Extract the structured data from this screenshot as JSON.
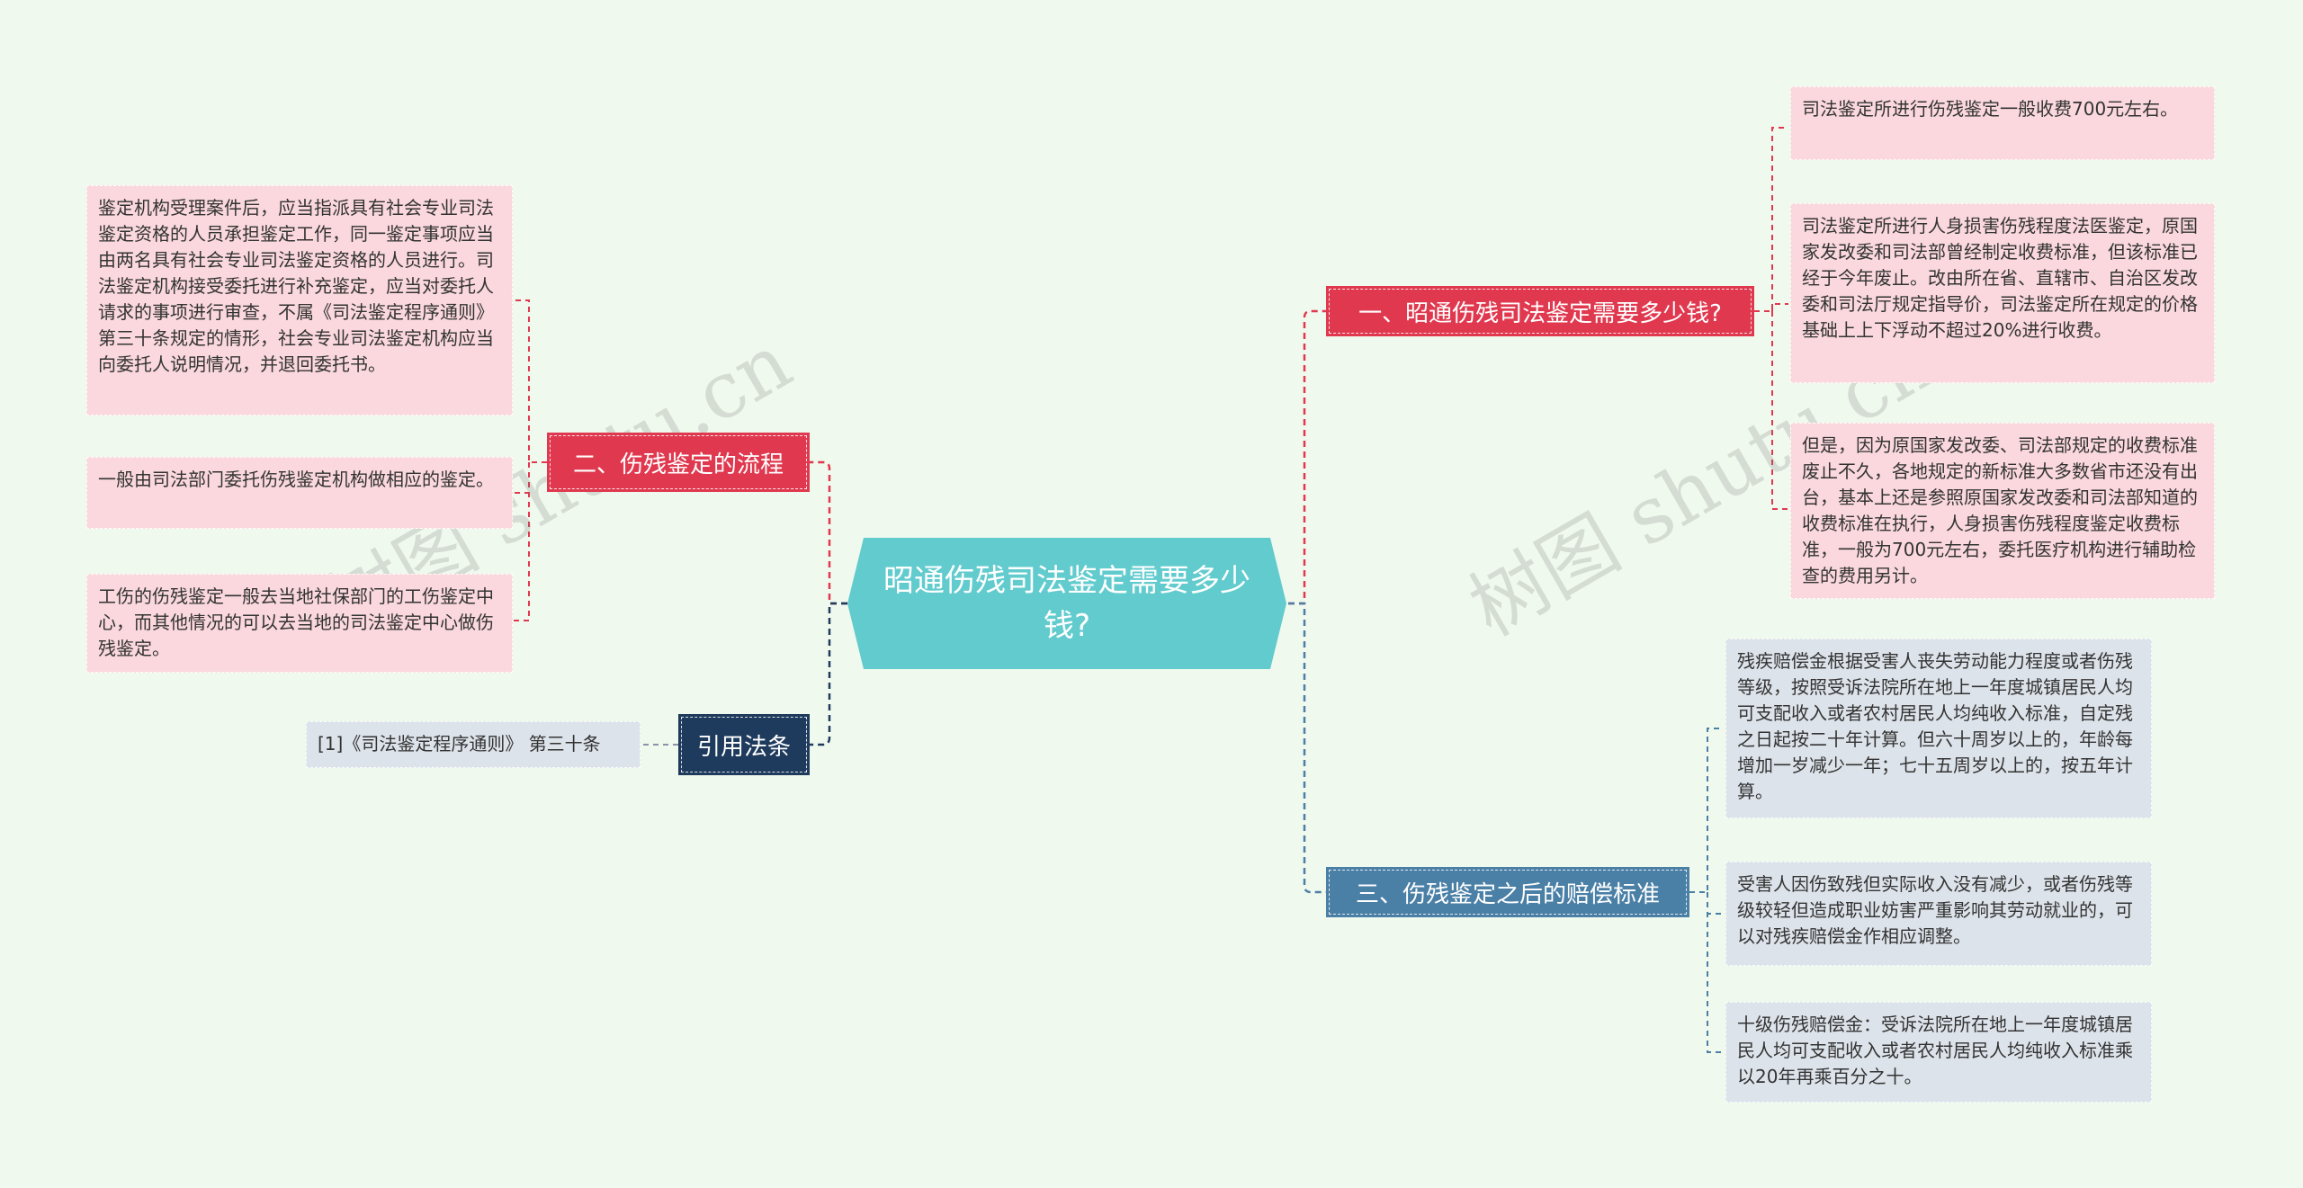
{
  "center": {
    "title": "昭通伤残司法鉴定需要多少钱?"
  },
  "branches": [
    {
      "label": "一、昭通伤残司法鉴定需要多少钱?",
      "color": "#e0394f",
      "leaves": [
        "司法鉴定所进行伤残鉴定一般收费700元左右。",
        "司法鉴定所进行人身损害伤残程度法医鉴定，原国家发改委和司法部曾经制定收费标准，但该标准已经于今年废止。改由所在省、直辖市、自治区发改委和司法厅规定指导价，司法鉴定所在规定的价格基础上上下浮动不超过20%进行收费。",
        "但是，因为原国家发改委、司法部规定的收费标准废止不久，各地规定的新标准大多数省市还没有出台，基本上还是参照原国家发改委和司法部知道的收费标准在执行，人身损害伤残程度鉴定收费标准，一般为700元左右，委托医疗机构进行辅助检查的费用另计。"
      ]
    },
    {
      "label": "三、伤残鉴定之后的赔偿标准",
      "color": "#4a7fa6",
      "leaves": [
        "残疾赔偿金根据受害人丧失劳动能力程度或者伤残等级，按照受诉法院所在地上一年度城镇居民人均可支配收入或者农村居民人均纯收入标准，自定残之日起按二十年计算。但六十周岁以上的，年龄每增加一岁减少一年；七十五周岁以上的，按五年计算。",
        "受害人因伤致残但实际收入没有减少，或者伤残等级较轻但造成职业妨害严重影响其劳动就业的，可以对残疾赔偿金作相应调整。",
        "十级伤残赔偿金：受诉法院所在地上一年度城镇居民人均可支配收入或者农村居民人均纯收入标准乘以20年再乘百分之十。"
      ]
    },
    {
      "label": "二、伤残鉴定的流程",
      "color": "#e0394f",
      "leaves": [
        "鉴定机构受理案件后，应当指派具有社会专业司法鉴定资格的人员承担鉴定工作，同一鉴定事项应当由两名具有社会专业司法鉴定资格的人员进行。司法鉴定机构接受委托进行补充鉴定，应当对委托人请求的事项进行审查，不属《司法鉴定程序通则》第三十条规定的情形，社会专业司法鉴定机构应当向委托人说明情况，并退回委托书。",
        "一般由司法部门委托伤残鉴定机构做相应的鉴定。",
        "工伤的伤残鉴定一般去当地社保部门的工伤鉴定中心，而其他情况的可以去当地的司法鉴定中心做伤残鉴定。"
      ]
    },
    {
      "label": "引用法条",
      "color": "#1e3a5c",
      "leaves": [
        "[1]《司法鉴定程序通则》 第三十条"
      ]
    }
  ],
  "watermarks": [
    "树图 shutu.cn",
    "树图 shutu.cn"
  ]
}
